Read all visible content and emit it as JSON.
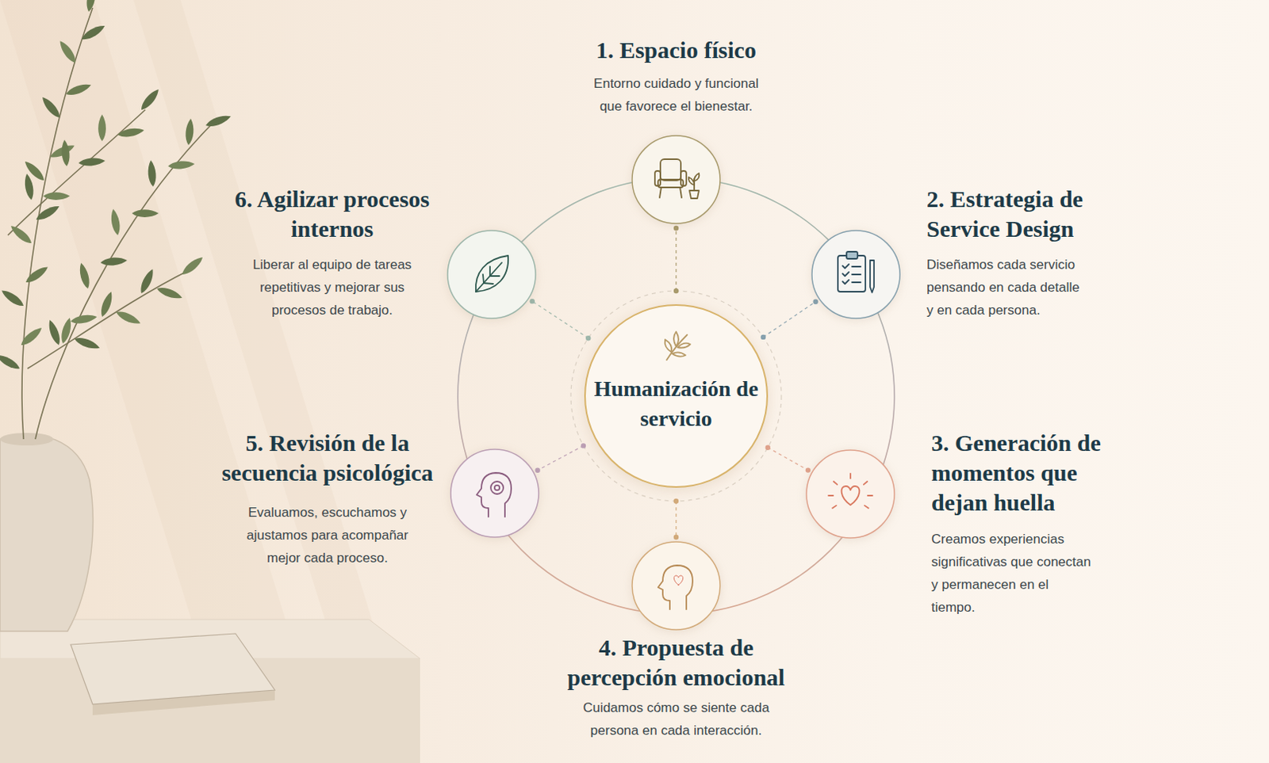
{
  "diagram": {
    "nodes": [
      {
        "text": [
          "Humanización de servicio"
        ]
      },
      {
        "text": [
          "1. Espacio físico",
          "Entorno cuidado y funcional que favorece el bienestar."
        ]
      },
      {
        "text": [
          "2. Estrategia de Service Design",
          "Diseñamos cada servicio pensando en cada detalle y en cada persona."
        ]
      },
      {
        "text": [
          "3. Generación de momentos que dejan huella",
          "Creamos experiencias significativas que conectan y permanecen en el tiempo."
        ]
      },
      {
        "text": [
          "4. Propuesta de percepción emocional",
          "Cuidamos cómo se siente cada persona en cada interacción."
        ]
      },
      {
        "text": [
          "5. Revisión de la secuencia psicológica",
          "Evaluamos, escuchamos y ajustamos para acompañar mejor cada proceso."
        ]
      },
      {
        "text": [
          "6. Agilizar procesos internos",
          "Liberar al equipo de tareas repetitivas y mejorar sus procesos de trabajo."
        ]
      }
    ],
    "edges": [
      {
        "from": 0,
        "to": 1,
        "arrow": "none"
      },
      {
        "from": 0,
        "to": 2,
        "arrow": "none"
      },
      {
        "from": 0,
        "to": 3,
        "arrow": "none"
      },
      {
        "from": 0,
        "to": 4,
        "arrow": "none"
      },
      {
        "from": 0,
        "to": 5,
        "arrow": "none"
      },
      {
        "from": 0,
        "to": 6,
        "arrow": "none"
      }
    ]
  }
}
